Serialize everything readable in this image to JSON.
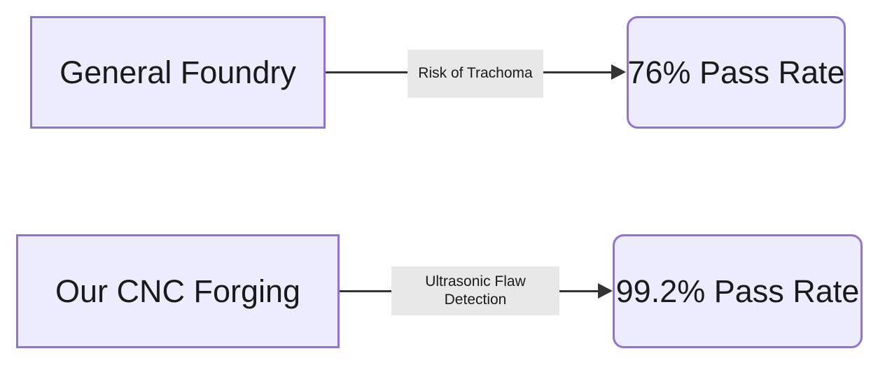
{
  "diagram": {
    "type": "flowchart",
    "background_color": "#ffffff",
    "colors": {
      "node_fill": "#ECECFF",
      "node_border": "#9370DB",
      "edge_line": "#333333",
      "edge_label_background": "#e8e8e8",
      "text": "#1a1a1a"
    },
    "rows": [
      {
        "source": {
          "label": "General Foundry",
          "shape": "rectangle"
        },
        "edge": {
          "label": "Risk of Trachoma",
          "direction": "right"
        },
        "target": {
          "label": "76% Pass Rate",
          "shape": "rounded-rectangle"
        }
      },
      {
        "source": {
          "label": "Our CNC Forging",
          "shape": "rectangle"
        },
        "edge": {
          "label": "Ultrasonic Flaw Detection",
          "direction": "right"
        },
        "target": {
          "label": "99.2% Pass Rate",
          "shape": "rounded-rectangle"
        }
      }
    ]
  }
}
